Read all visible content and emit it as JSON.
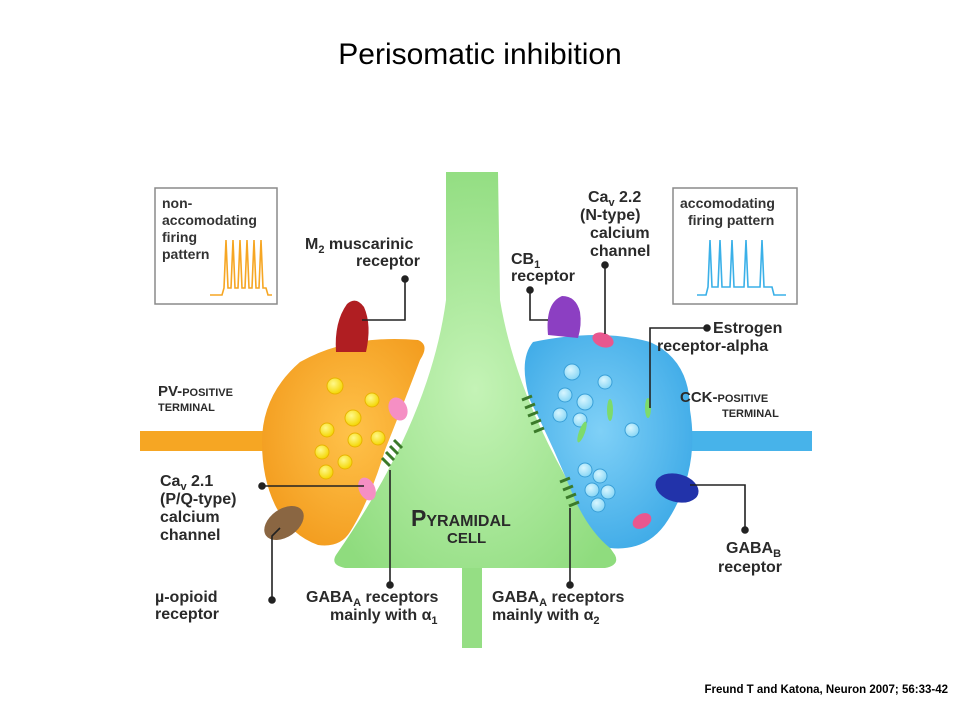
{
  "title": "Perisomatic inhibition",
  "citation": "Freund T and Katona, Neuron 2007; 56:33-42",
  "colors": {
    "pyramidal": "#a8e89a",
    "pv_terminal": "#f7a829",
    "cck_terminal": "#59b9ee",
    "orange_trace": "#f6a623",
    "blue_trace": "#3ab0e8"
  },
  "labels": {
    "nonaccom_line1": "non-",
    "nonaccom_line2": "accomodating",
    "nonaccom_line3": "firing",
    "nonaccom_line4": "pattern",
    "accom_line1": "accomodating",
    "accom_line2": "firing pattern",
    "m2_line1": "M",
    "m2_sub": "2",
    "m2_line1_rest": " muscarinic",
    "m2_line2": "receptor",
    "pv_big": "PV-",
    "pv_small": "POSITIVE",
    "pv_line2": "TERMINAL",
    "cav21_main": "Ca",
    "cav21_sub": "v",
    "cav21_rest": " 2.1",
    "cav21_line2": "(P/Q-type)",
    "cav21_line3": "calcium",
    "cav21_line4": "channel",
    "mu_line1": "µ-opioid",
    "mu_line2": "receptor",
    "gabaa1_main": "GABA",
    "gabaa1_sub": "A",
    "gabaa1_rest": " receptors",
    "gabaa1_line2": "mainly with α",
    "gabaa1_line2_sub": "1",
    "pyr_big": "P",
    "pyr_small": "YRAMIDAL",
    "pyr_line2": "CELL",
    "gabaa2_main": "GABA",
    "gabaa2_sub": "A",
    "gabaa2_rest": " receptors",
    "gabaa2_line2": "mainly with α",
    "gabaa2_line2_sub": "2",
    "cb1_main": "CB",
    "cb1_sub": "1",
    "cb1_line2": "receptor",
    "cav22_main": "Ca",
    "cav22_sub": "v",
    "cav22_rest": " 2.2",
    "cav22_line2": "(N-type)",
    "cav22_line3": "calcium",
    "cav22_line4": "channel",
    "estrogen_line1": "Estrogen",
    "estrogen_line2": "receptor-alpha",
    "cck_big": "CCK-",
    "cck_small": "POSITIVE",
    "cck_line2": "TERMINAL",
    "gabab_main": "GABA",
    "gabab_sub": "B",
    "gabab_line2": "receptor"
  }
}
